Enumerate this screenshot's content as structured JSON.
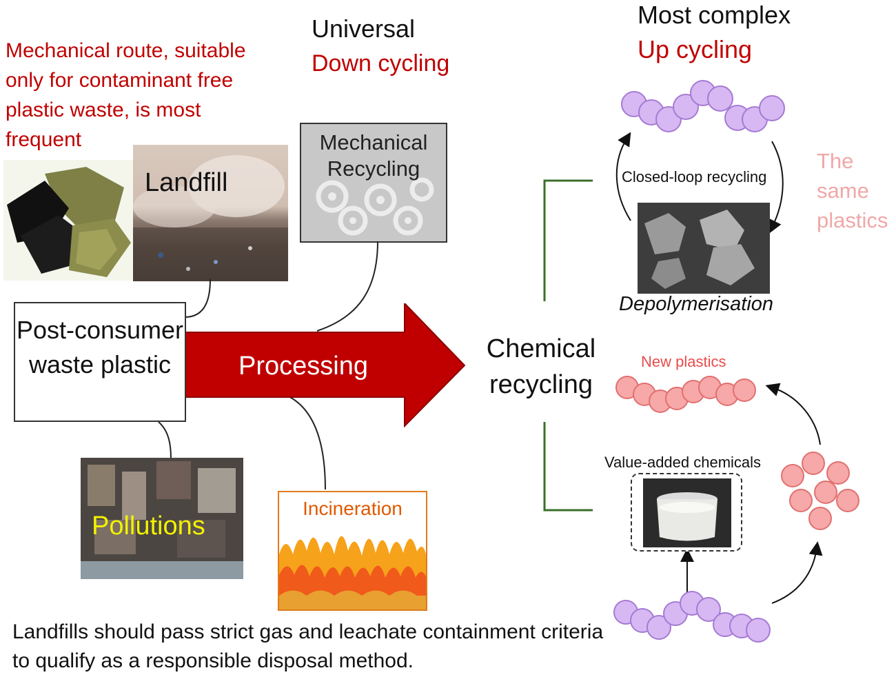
{
  "left_notes": {
    "mechanical_route": "Mechanical route, suitable only for contaminant free plastic waste, is most frequent"
  },
  "top_center": {
    "universal": "Universal",
    "down_cycling": "Down cycling"
  },
  "top_right": {
    "most_complex": "Most complex",
    "up_cycling": "Up cycling"
  },
  "landfill_label": "Landfill",
  "mechanical_recycling_label": "Mechanical Recycling",
  "post_consumer_label": "Post-consumer waste plastic",
  "processing_label": "Processing",
  "chemical_recycling_label": "Chemical recycling",
  "closed_loop_label": "Closed-loop recycling",
  "depolymerisation_label": "Depolymerisation",
  "same_plastics_label": "The same plastics",
  "new_plastics_label": "New plastics",
  "value_added_label": "Value-added chemicals",
  "pollutions_label": "Pollutions",
  "incineration_label": "Incineration",
  "footer_note": "Landfills should pass strict gas and leachate containment criteria to qualify as a responsible disposal method.",
  "colors": {
    "accent_red": "#c00000",
    "arrow_red": "#c00000",
    "purple_bead": "#d7b8f3",
    "pink_bead": "#f7a8a8",
    "green_line": "#3a6f2a",
    "pollutions_text": "#f2f200",
    "incineration_text": "#e05a00",
    "same_plastics_text": "#f0a8a8"
  }
}
